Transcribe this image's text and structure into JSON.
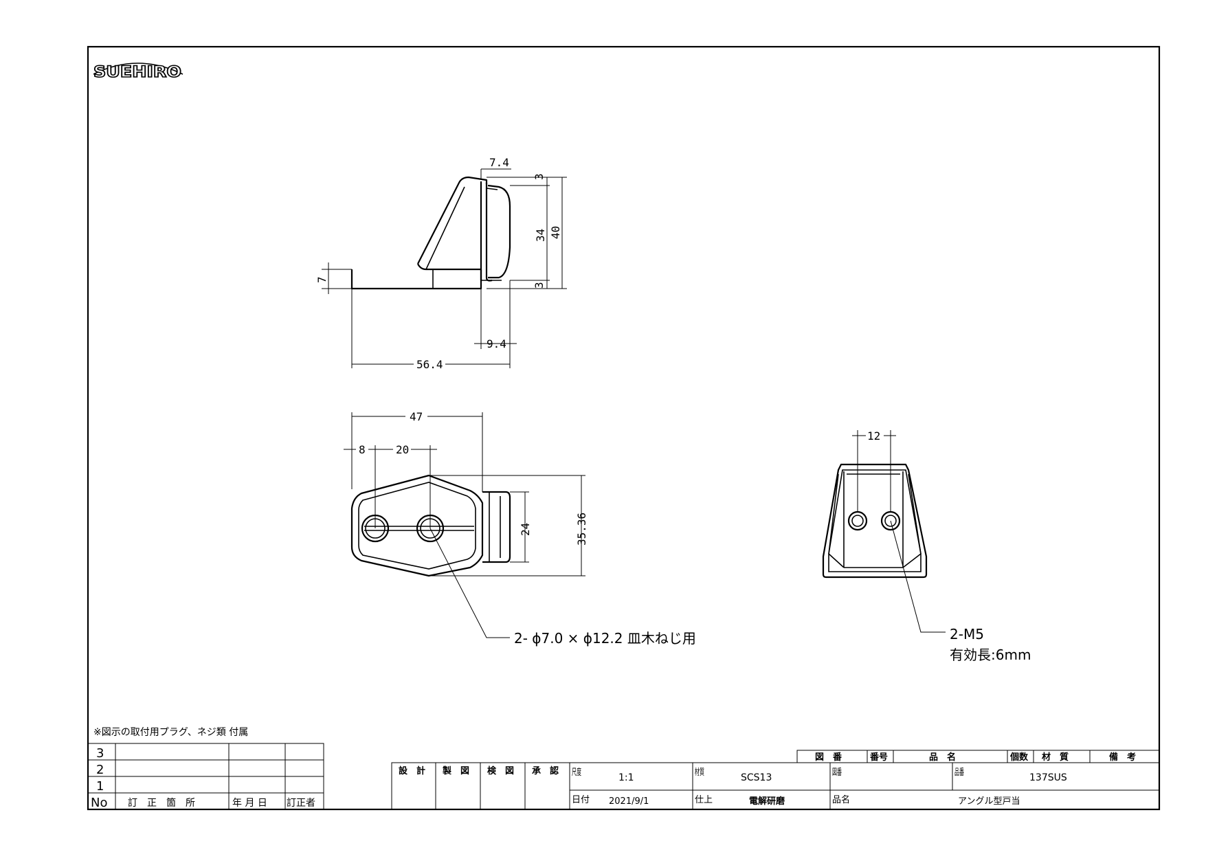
{
  "logo": {
    "text": "SUEHIRO"
  },
  "dimensions": {
    "side": {
      "d7_4": "7.4",
      "d3_top": "3",
      "d34": "34",
      "d40": "40",
      "d3_bot": "3",
      "d7": "7",
      "d9_4": "9.4",
      "d56_4": "56.4"
    },
    "top": {
      "d47": "47",
      "d8": "8",
      "d20": "20",
      "d24": "24",
      "d35_36": "35.36"
    },
    "front": {
      "d12": "12"
    }
  },
  "annotations": {
    "holes": "2- ϕ7.0 × ϕ12.2  皿木ねじ用",
    "thread": "2-M5",
    "thread_length": "有効長:6mm"
  },
  "footnote": "※図示の取付用プラグ、ネジ類 付属",
  "revision_table": {
    "rows": [
      "3",
      "2",
      "1"
    ],
    "header": {
      "no": "No",
      "location": "訂　正　箇　所",
      "date": "年 月 日",
      "editor": "訂正者"
    }
  },
  "parts_header": [
    "図　番",
    "番号",
    "品　名",
    "個数",
    "材　質",
    "備　考"
  ],
  "title_block": {
    "sign_labels": [
      "設　計",
      "製　図",
      "検　図",
      "承　認"
    ],
    "scale_label": "尺度",
    "scale": "1:1",
    "material_label": "材質",
    "material": "SCS13",
    "drawing_no_label": "図番",
    "drawing_no": "",
    "part_no_label": "品番",
    "part_no": "137SUS",
    "date_label": "日付",
    "date": "2021/9/1",
    "finish_label": "仕上",
    "finish": "電解研磨",
    "name_label": "品名",
    "name": "アングル型戸当"
  }
}
